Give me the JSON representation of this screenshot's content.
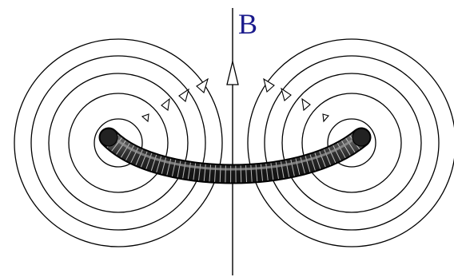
{
  "field_label": "B",
  "colors": {
    "line": "#000000",
    "label": "#1a1a8c",
    "background": "#ffffff",
    "tube_shade": "#4a4a4a"
  },
  "left_loops": 5,
  "right_loops": 5,
  "left_arrow_count": 4,
  "right_arrow_count": 4
}
